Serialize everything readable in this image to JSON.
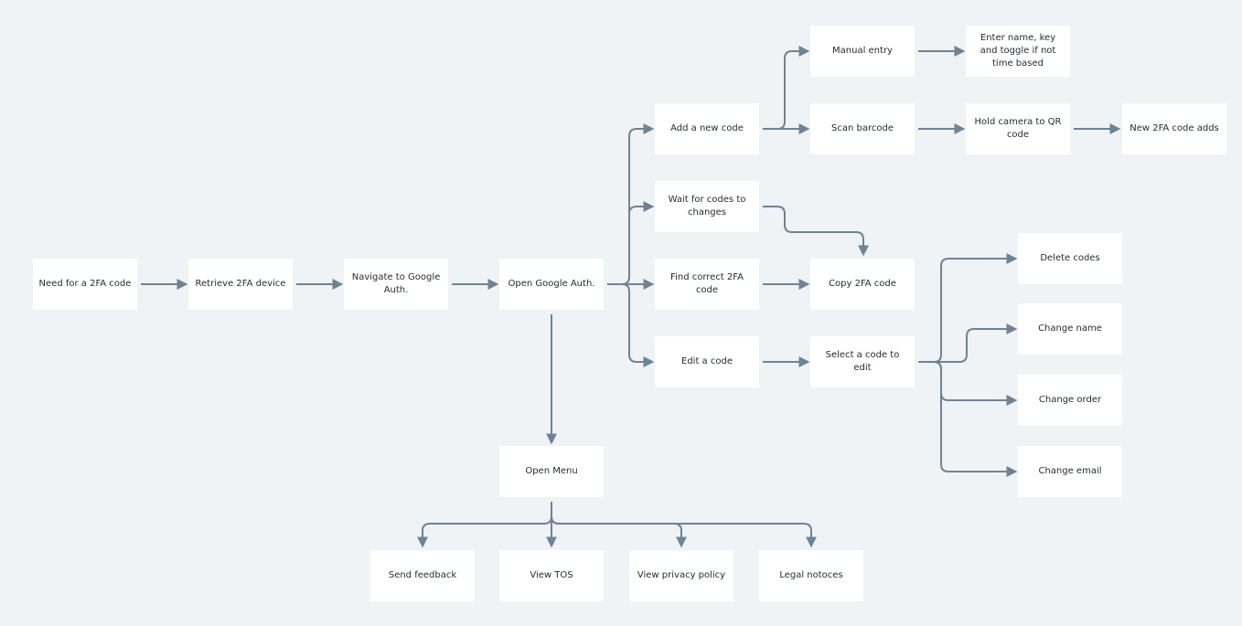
{
  "colors": {
    "background": "#eff3f6",
    "node_fill": "#ffffff",
    "connector": "#6f8393",
    "text": "#1f2a33"
  },
  "nodes": {
    "need_2fa": "Need for a 2FA code",
    "retrieve_device": "Retrieve 2FA device",
    "navigate_google": "Navigate to Google Auth.",
    "open_google": "Open Google Auth.",
    "add_code": "Add a new code",
    "wait_codes": "Wait for codes to changes",
    "find_code": "Find correct 2FA code",
    "edit_code": "Edit a code",
    "manual_entry": "Manual entry",
    "scan_barcode": "Scan barcode",
    "copy_code": "Copy 2FA code",
    "select_edit": "Select a code to edit",
    "enter_name": "Enter name, key and toggle if not time based",
    "hold_camera": "Hold camera to QR code",
    "new_code_adds": "New 2FA code adds",
    "delete_codes": "Delete codes",
    "change_name": "Change name",
    "change_order": "Change order",
    "change_email": "Change email",
    "open_menu": "Open Menu",
    "send_feedback": "Send feedback",
    "view_tos": "View TOS",
    "view_privacy": "View privacy policy",
    "legal_notices": "Legal notoces"
  }
}
